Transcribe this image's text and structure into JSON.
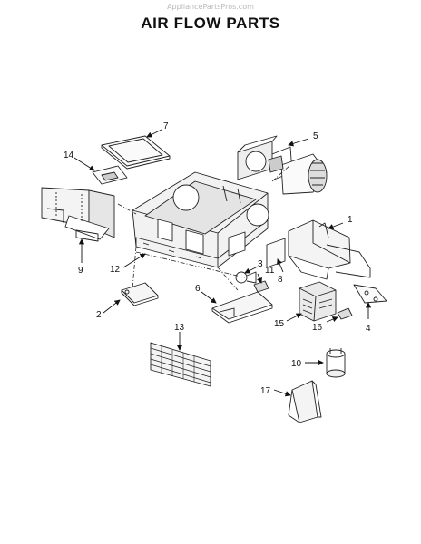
{
  "watermark": "AppliancePartsPros.com",
  "title": "AIR FLOW PARTS",
  "parts": [
    {
      "id": "p1",
      "label": "1"
    },
    {
      "id": "p2",
      "label": "2"
    },
    {
      "id": "p3",
      "label": "3"
    },
    {
      "id": "p4",
      "label": "4"
    },
    {
      "id": "p5",
      "label": "5"
    },
    {
      "id": "p6",
      "label": "6"
    },
    {
      "id": "p7",
      "label": "7"
    },
    {
      "id": "p8",
      "label": "8"
    },
    {
      "id": "p9",
      "label": "9"
    },
    {
      "id": "p10",
      "label": "10"
    },
    {
      "id": "p11",
      "label": "11"
    },
    {
      "id": "p12",
      "label": "12"
    },
    {
      "id": "p13",
      "label": "13"
    },
    {
      "id": "p14",
      "label": "14"
    },
    {
      "id": "p15",
      "label": "15"
    },
    {
      "id": "p16",
      "label": "16"
    },
    {
      "id": "p17",
      "label": "17"
    }
  ]
}
